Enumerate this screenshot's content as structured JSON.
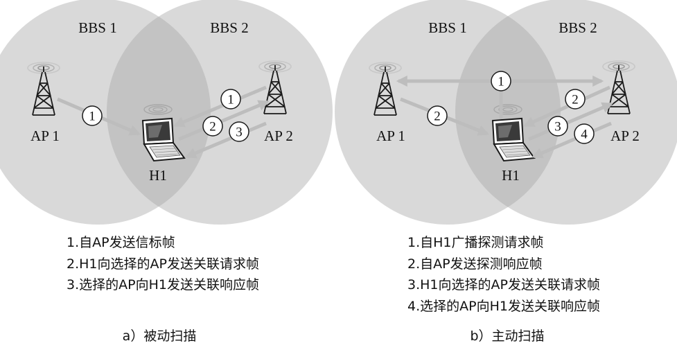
{
  "panel_a": {
    "bss_left": "BBS 1",
    "bss_right": "BBS 2",
    "ap_left": "AP 1",
    "ap_right": "AP 2",
    "host": "H1",
    "step_numbers": [
      "1",
      "1",
      "2",
      "3"
    ],
    "legend": [
      "1.自AP发送信标帧",
      "2.H1向选择的AP发送关联请求帧",
      "3.选择的AP向H1发送关联响应帧"
    ],
    "caption": "a）被动扫描"
  },
  "panel_b": {
    "bss_left": "BBS 1",
    "bss_right": "BBS 2",
    "ap_left": "AP 1",
    "ap_right": "AP 2",
    "host": "H1",
    "step_numbers": [
      "1",
      "2",
      "2",
      "3",
      "4"
    ],
    "legend": [
      "1.自H1广播探测请求帧",
      "2.自AP发送探测响应帧",
      "3.H1向选择的AP发送关联请求帧",
      "4.选择的AP向H1发送关联响应帧"
    ],
    "caption": "b）主动扫描"
  },
  "colors": {
    "bss_circle": "#d9d9d9",
    "bss_overlap": "#c3c3c3",
    "arrow": "#bdbdbd",
    "stroke": "#1a1a1a"
  }
}
